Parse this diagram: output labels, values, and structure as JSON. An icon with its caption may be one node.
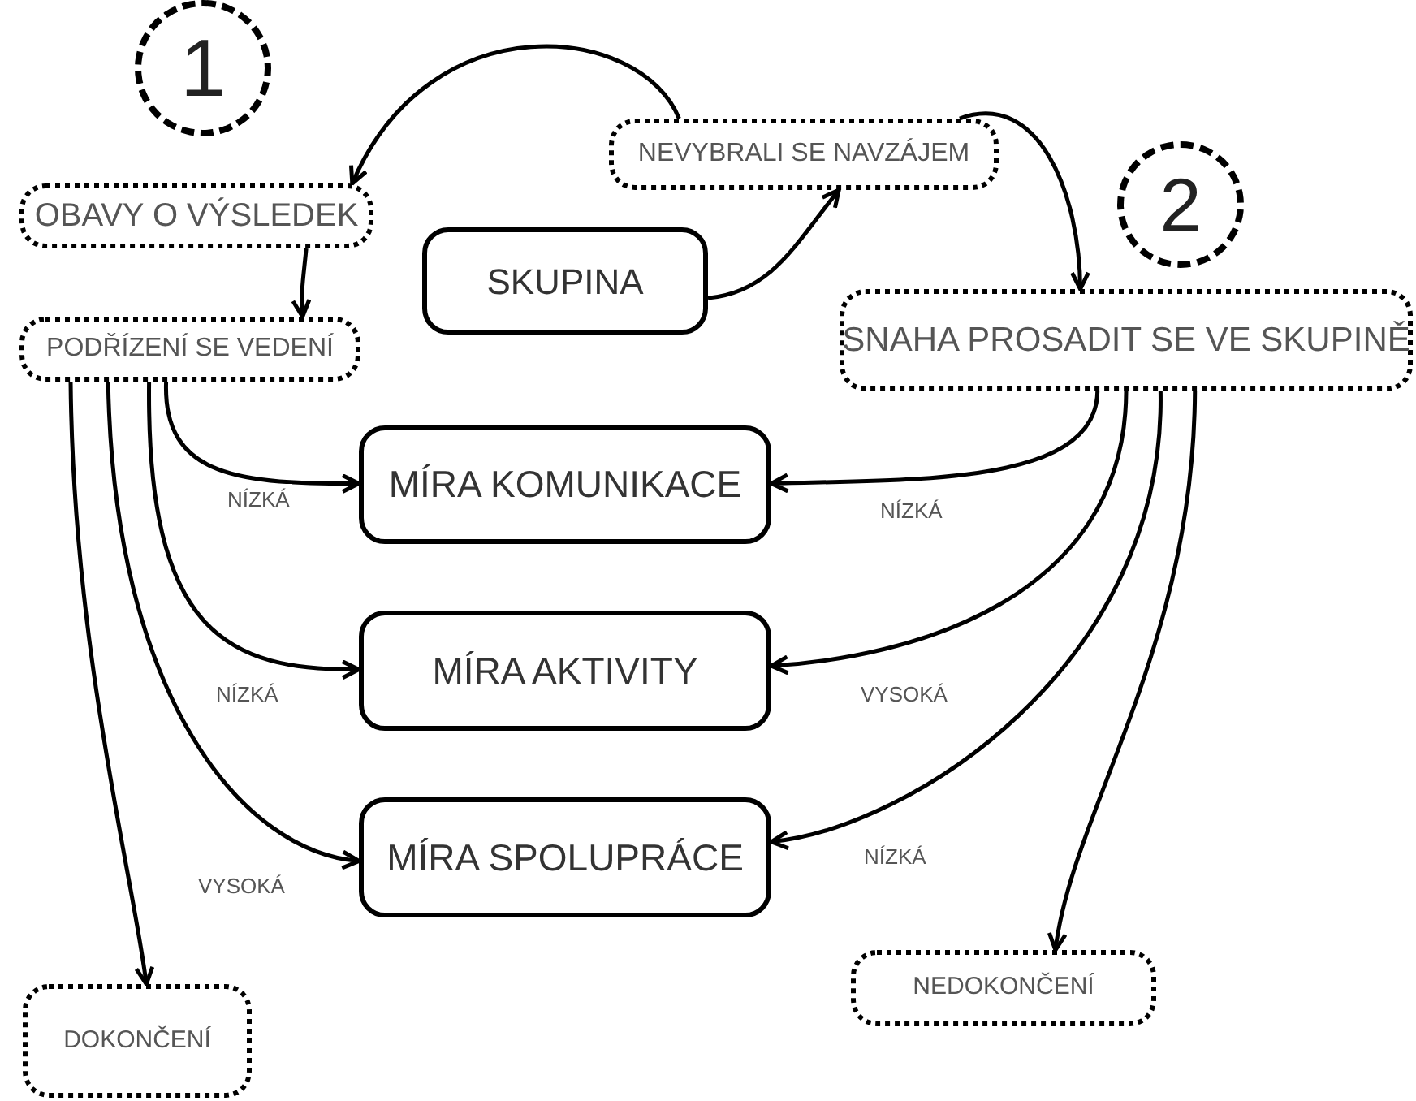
{
  "diagram": {
    "nodes": [
      {
        "text": [
          "1"
        ]
      },
      {
        "text": [
          "OBAVY O VÝSLEDEK"
        ]
      },
      {
        "text": [
          "PODŘÍZENÍ SE VEDENÍ"
        ]
      },
      {
        "text": [
          "NEVYBRALI SE NAVZÁJEM"
        ]
      },
      {
        "text": [
          "SKUPINA"
        ]
      },
      {
        "text": [
          "2"
        ]
      },
      {
        "text": [
          "SNAHA PROSADIT SE VE SKUPINĚ"
        ]
      },
      {
        "text": [
          "MÍRA KOMUNIKACE"
        ]
      },
      {
        "text": [
          "MÍRA AKTIVITY"
        ]
      },
      {
        "text": [
          "MÍRA SPOLUPRÁCE"
        ]
      },
      {
        "text": [
          "DOKONČENÍ"
        ]
      },
      {
        "text": [
          "NEDOKONČENÍ"
        ]
      }
    ],
    "edges": [
      {
        "from": 3,
        "to": 1,
        "arrow": "to"
      },
      {
        "from": 4,
        "to": 3,
        "arrow": "to"
      },
      {
        "from": 3,
        "to": 6,
        "arrow": "to"
      },
      {
        "from": 1,
        "to": 2,
        "arrow": "to"
      },
      {
        "from": 2,
        "to": 7,
        "arrow": "to",
        "label": "NÍZKÁ"
      },
      {
        "from": 2,
        "to": 8,
        "arrow": "to",
        "label": "NÍZKÁ"
      },
      {
        "from": 2,
        "to": 9,
        "arrow": "to",
        "label": "VYSOKÁ"
      },
      {
        "from": 2,
        "to": 10,
        "arrow": "to"
      },
      {
        "from": 6,
        "to": 7,
        "arrow": "to",
        "label": "NÍZKÁ"
      },
      {
        "from": 6,
        "to": 8,
        "arrow": "to",
        "label": "VYSOKÁ"
      },
      {
        "from": 6,
        "to": 9,
        "arrow": "to",
        "label": "NÍZKÁ"
      },
      {
        "from": 6,
        "to": 11,
        "arrow": "to"
      }
    ]
  }
}
